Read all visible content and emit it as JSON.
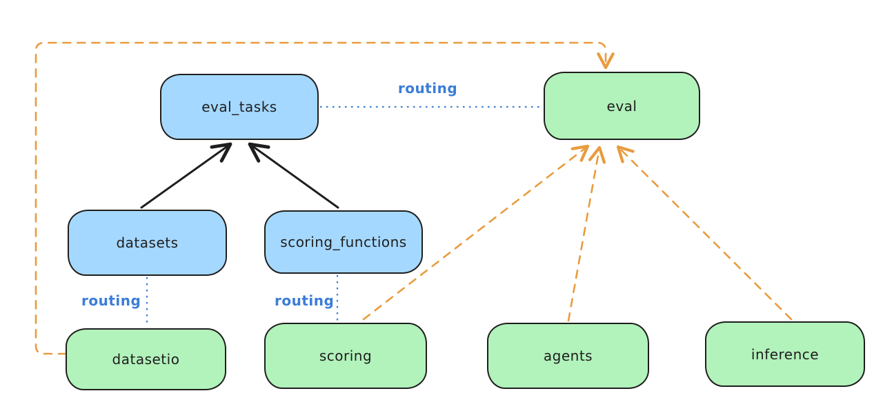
{
  "colors": {
    "background": "#ffffff",
    "node_stroke": "#1e1e1e",
    "blue_fill": "#a5d8ff",
    "green_fill": "#b2f2bb",
    "solid_arrow": "#1e1e1e",
    "routing_line": "#3b7dd8",
    "dashed_arrow": "#e99b3d"
  },
  "nodes": [
    {
      "id": "eval_tasks",
      "label": "eval_tasks",
      "fill": "blue"
    },
    {
      "id": "eval",
      "label": "eval",
      "fill": "green"
    },
    {
      "id": "datasets",
      "label": "datasets",
      "fill": "blue"
    },
    {
      "id": "scoring_functions",
      "label": "scoring_functions",
      "fill": "blue"
    },
    {
      "id": "datasetio",
      "label": "datasetio",
      "fill": "green"
    },
    {
      "id": "scoring",
      "label": "scoring",
      "fill": "green"
    },
    {
      "id": "agents",
      "label": "agents",
      "fill": "green"
    },
    {
      "id": "inference",
      "label": "inference",
      "fill": "green"
    }
  ],
  "edges": [
    {
      "from": "datasets",
      "to": "eval_tasks",
      "style": "solid-arrow",
      "label": ""
    },
    {
      "from": "scoring_functions",
      "to": "eval_tasks",
      "style": "solid-arrow",
      "label": ""
    },
    {
      "from": "eval_tasks",
      "to": "eval",
      "style": "dotted",
      "label": "routing"
    },
    {
      "from": "datasets",
      "to": "datasetio",
      "style": "dotted",
      "label": "routing"
    },
    {
      "from": "scoring_functions",
      "to": "scoring",
      "style": "dotted",
      "label": "routing"
    },
    {
      "from": "datasetio",
      "to": "eval",
      "style": "dashed-arrow",
      "label": ""
    },
    {
      "from": "scoring",
      "to": "eval",
      "style": "dashed-arrow",
      "label": ""
    },
    {
      "from": "agents",
      "to": "eval",
      "style": "dashed-arrow",
      "label": ""
    },
    {
      "from": "inference",
      "to": "eval",
      "style": "dashed-arrow",
      "label": ""
    }
  ]
}
